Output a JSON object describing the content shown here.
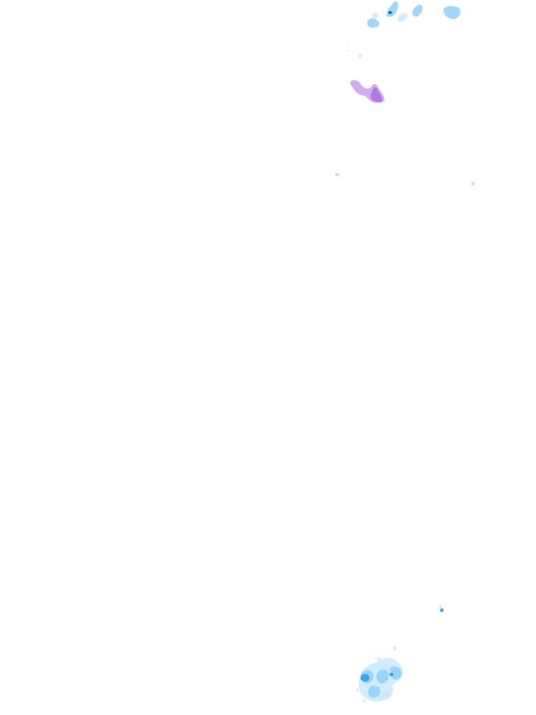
{
  "map": {
    "type": "precipitation-radar-overlay",
    "background": "#ffffff",
    "colors": {
      "light_rain": "#c9e8ff",
      "moderate_rain": "#8fd0fb",
      "heavy_rain": "#3aa0ec",
      "core_rain": "#0c6fd1",
      "light_mixed": "#e4d0f7",
      "moderate_mixed": "#cba3ee",
      "heavy_mixed": "#a86ee3"
    },
    "precipitation_cells": [
      {
        "name": "rain-cell-north-cluster",
        "intensity": "moderate_rain"
      },
      {
        "name": "rain-cell-north-core",
        "intensity": "core_rain"
      },
      {
        "name": "rain-cell-northeast",
        "intensity": "moderate_rain"
      },
      {
        "name": "mixed-cell-north",
        "intensity": "heavy_mixed"
      },
      {
        "name": "mixed-speck-west",
        "intensity": "light_mixed"
      },
      {
        "name": "mixed-speck-east",
        "intensity": "light_mixed"
      },
      {
        "name": "rain-cell-southeast-speck",
        "intensity": "heavy_rain"
      },
      {
        "name": "rain-cell-south-cluster",
        "intensity": "moderate_rain"
      },
      {
        "name": "rain-cell-south-core",
        "intensity": "heavy_rain"
      }
    ]
  }
}
